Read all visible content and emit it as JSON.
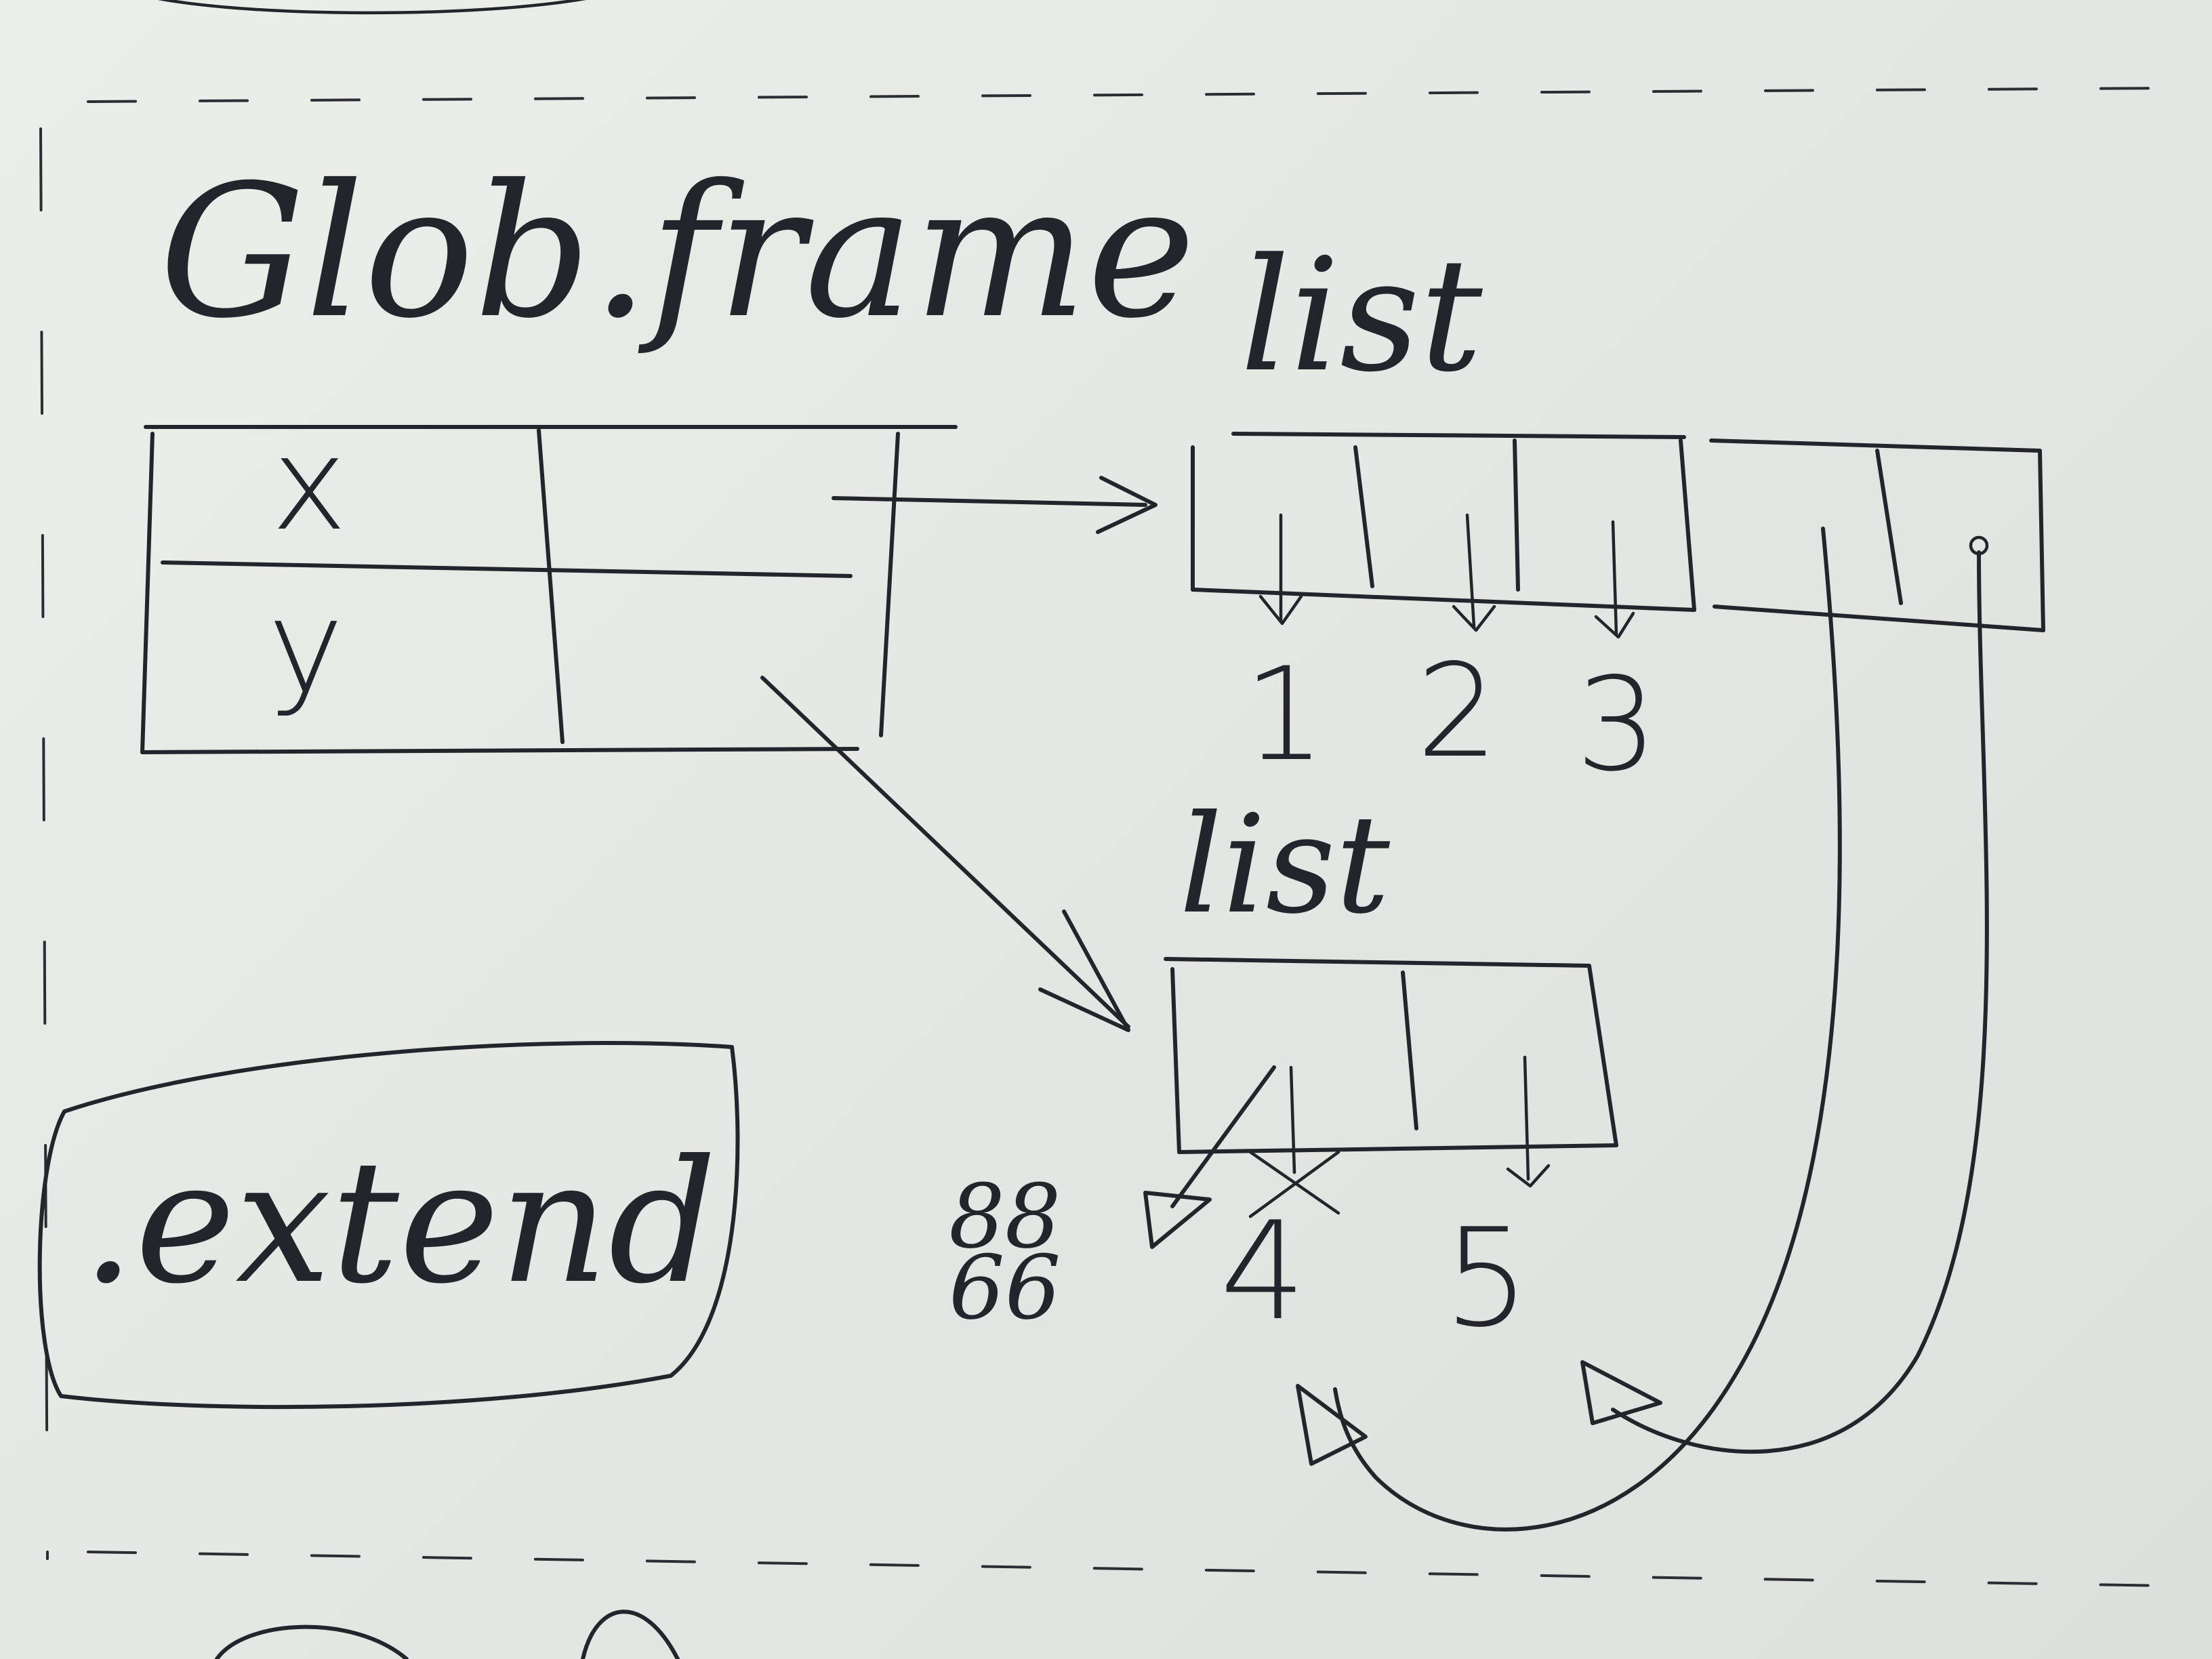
{
  "frame": {
    "title": "Glob.frame",
    "variables": [
      {
        "name": "x"
      },
      {
        "name": "y"
      }
    ]
  },
  "lists": {
    "first": {
      "label": "list",
      "values": [
        "1",
        "2",
        "3"
      ]
    },
    "second": {
      "label": "list",
      "values": [
        "4",
        "5"
      ],
      "replaced_value": "88\n66"
    }
  },
  "method_box": {
    "label": ".extend"
  },
  "colors": {
    "ink": "#22252b",
    "paper": "#e4e7e3"
  }
}
